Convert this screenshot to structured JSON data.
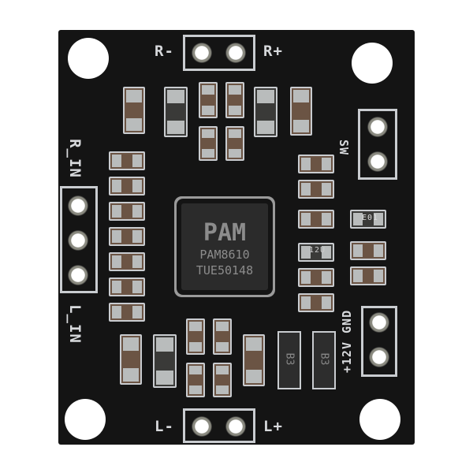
{
  "board": {
    "chip": {
      "logo": "PAM",
      "part_number": "PAM8610",
      "lot_code": "TUE50148"
    },
    "labels": {
      "r_minus": "R-",
      "r_plus": "R+",
      "l_minus": "L-",
      "l_plus": "L+",
      "r_in": "R_IN",
      "l_in": "L_IN",
      "sw": "SW",
      "power": "+12V GND"
    },
    "components": {
      "resistor_code_1": "E01",
      "resistor_code_2": "12U",
      "diode_code": "B3"
    },
    "colors": {
      "pcb": "#141414",
      "silkscreen": "#c9ccd0",
      "background": "#ffffff"
    }
  }
}
